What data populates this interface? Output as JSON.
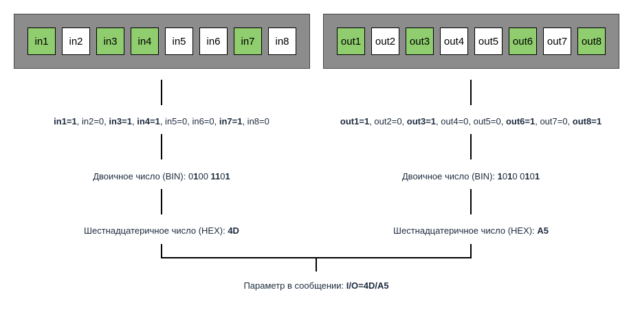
{
  "inputs": [
    {
      "label": "in1",
      "on": true
    },
    {
      "label": "in2",
      "on": false
    },
    {
      "label": "in3",
      "on": true
    },
    {
      "label": "in4",
      "on": true
    },
    {
      "label": "in5",
      "on": false
    },
    {
      "label": "in6",
      "on": false
    },
    {
      "label": "in7",
      "on": true
    },
    {
      "label": "in8",
      "on": false
    }
  ],
  "outputs": [
    {
      "label": "out1",
      "on": true
    },
    {
      "label": "out2",
      "on": false
    },
    {
      "label": "out3",
      "on": true
    },
    {
      "label": "out4",
      "on": false
    },
    {
      "label": "out5",
      "on": false
    },
    {
      "label": "out6",
      "on": true
    },
    {
      "label": "out7",
      "on": false
    },
    {
      "label": "out8",
      "on": true
    }
  ],
  "in_states_parts": [
    {
      "t": "in1=1",
      "b": true
    },
    {
      "t": ", in2=0, ",
      "b": false
    },
    {
      "t": "in3=1",
      "b": true
    },
    {
      "t": ", ",
      "b": false
    },
    {
      "t": "in4=1",
      "b": true
    },
    {
      "t": ", in5=0, in6=0, ",
      "b": false
    },
    {
      "t": "in7=1",
      "b": true
    },
    {
      "t": ", in8=0",
      "b": false
    }
  ],
  "out_states_parts": [
    {
      "t": "out1=1",
      "b": true
    },
    {
      "t": ", out2=0, ",
      "b": false
    },
    {
      "t": "out3=1",
      "b": true
    },
    {
      "t": ", out4=0, out5=0, ",
      "b": false
    },
    {
      "t": "out6=1",
      "b": true
    },
    {
      "t": ", out7=0, ",
      "b": false
    },
    {
      "t": "out8=1",
      "b": true
    }
  ],
  "in_bin_parts": [
    {
      "t": "Двоичное число (BIN): ",
      "b": false
    },
    {
      "t": "0",
      "b": false
    },
    {
      "t": "1",
      "b": true
    },
    {
      "t": "00 ",
      "b": false
    },
    {
      "t": "11",
      "b": true
    },
    {
      "t": "0",
      "b": false
    },
    {
      "t": "1",
      "b": true
    }
  ],
  "out_bin_parts": [
    {
      "t": "Двоичное число (BIN): ",
      "b": false
    },
    {
      "t": "1",
      "b": true
    },
    {
      "t": "0",
      "b": false
    },
    {
      "t": "1",
      "b": true
    },
    {
      "t": "0 0",
      "b": false
    },
    {
      "t": "1",
      "b": true
    },
    {
      "t": "0",
      "b": false
    },
    {
      "t": "1",
      "b": true
    }
  ],
  "in_hex_parts": [
    {
      "t": "Шестнадцатеричное число (HEX): ",
      "b": false
    },
    {
      "t": "4D",
      "b": true
    }
  ],
  "out_hex_parts": [
    {
      "t": "Шестнадцатеричное число (HEX): ",
      "b": false
    },
    {
      "t": "A5",
      "b": true
    }
  ],
  "message_parts": [
    {
      "t": "Параметр в сообщении: ",
      "b": false
    },
    {
      "t": "I/O=4D/A5",
      "b": true
    }
  ],
  "colors": {
    "on": "#8fcd6e",
    "off": "#ffffff",
    "panel": "#8c8c8c"
  }
}
